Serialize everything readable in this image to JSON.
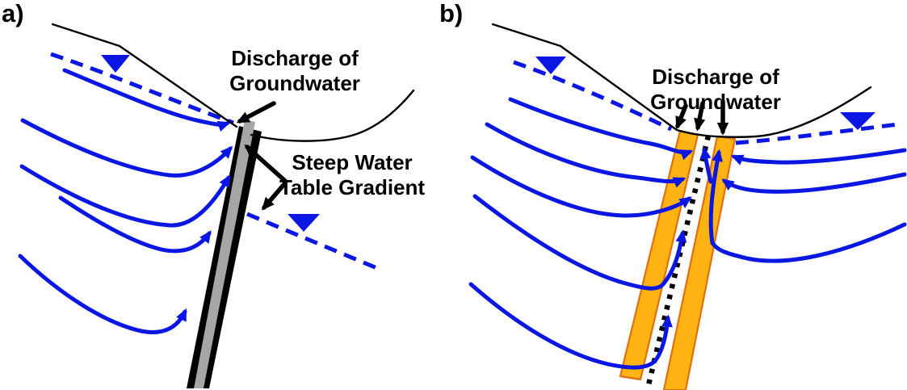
{
  "colors": {
    "background": "#FFFFFF",
    "flow_line_blue": "#0A17E2",
    "water_table_blue": "#0A17E2",
    "terrain_black": "#000000",
    "annotation_black": "#000000",
    "fault_barrier_black": "#000000",
    "fault_barrier_gray_core": "#A6A6A6",
    "fault_conduit_orange": "#FFB414",
    "fault_conduit_border": "#E06F0D"
  },
  "icons": {
    "water_table_marker": "▼",
    "flow_arrowhead": "➤"
  },
  "panel_a": {
    "label": "a)",
    "discharge_label": {
      "line1": "Discharge of",
      "line2": "Groundwater"
    },
    "steep_label": {
      "line1": "Steep Water",
      "line2": "Table Gradient"
    }
  },
  "panel_b": {
    "label": "b)",
    "discharge_label": {
      "line1": "Discharge of",
      "line2": "Groundwater"
    }
  }
}
